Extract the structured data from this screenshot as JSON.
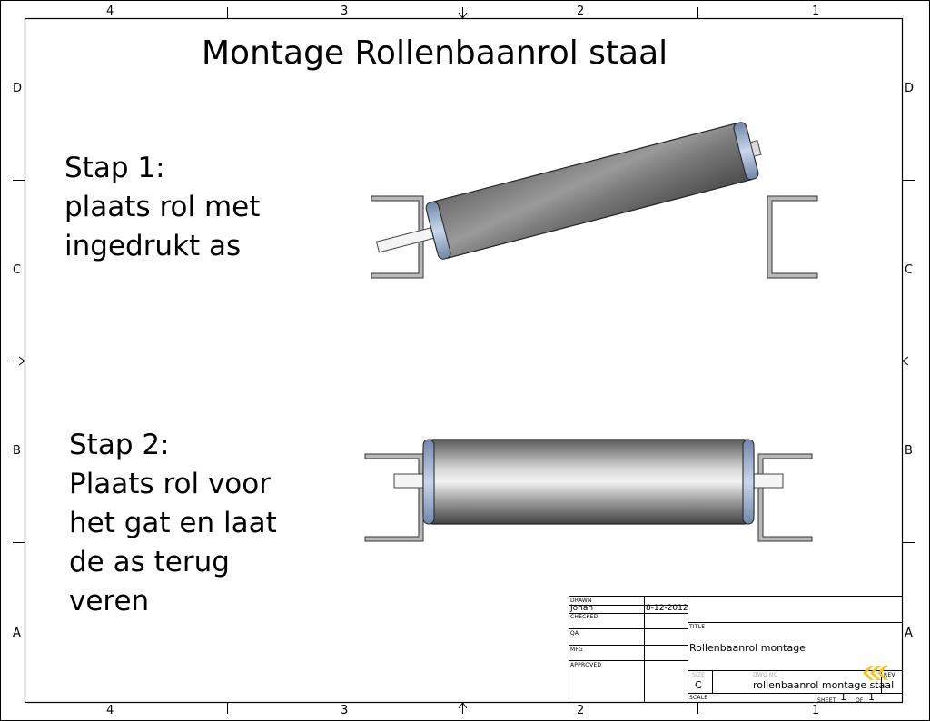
{
  "drawing": {
    "title": "Montage Rollenbaanrol staal",
    "step1": {
      "heading": "Stap 1:",
      "lines": [
        "plaats rol met",
        "ingedrukt as"
      ]
    },
    "step2": {
      "heading": "Stap 2:",
      "lines": [
        "Plaats rol voor",
        "het gat en laat",
        "de as terug",
        "veren"
      ]
    }
  },
  "border": {
    "top_zones": [
      "4",
      "3",
      "2",
      "1"
    ],
    "bottom_zones": [
      "4",
      "3",
      "2",
      "1"
    ],
    "left_zones": [
      "D",
      "C",
      "B",
      "A"
    ],
    "right_zones": [
      "D",
      "C",
      "B",
      "A"
    ]
  },
  "title_block": {
    "drawn_label": "DRAWN",
    "drawn_by": "Johan",
    "drawn_date": "8-12-2012",
    "checked_label": "CHECKED",
    "qa_label": "QA",
    "mfg_label": "MFG",
    "approved_label": "APPROVED",
    "title_label": "TITLE",
    "title_value": "Rollenbaanrol montage",
    "size_label": "SIZE",
    "size_value": "C",
    "dwg_label": "DWG NO",
    "dwg_value": "rollenbaanrol montage staal",
    "rev_label": "REV",
    "scale_label": "SCALE",
    "sheet_label": "SHEET",
    "sheet_value": "1",
    "of_label": "OF",
    "of_value": "1"
  },
  "colors": {
    "roller_light": "#f4f4f4",
    "roller_dark": "#4a4a4a",
    "end_cap": "#8da6c6",
    "bracket": "#b9b9b9",
    "accent": "#f5c518"
  }
}
